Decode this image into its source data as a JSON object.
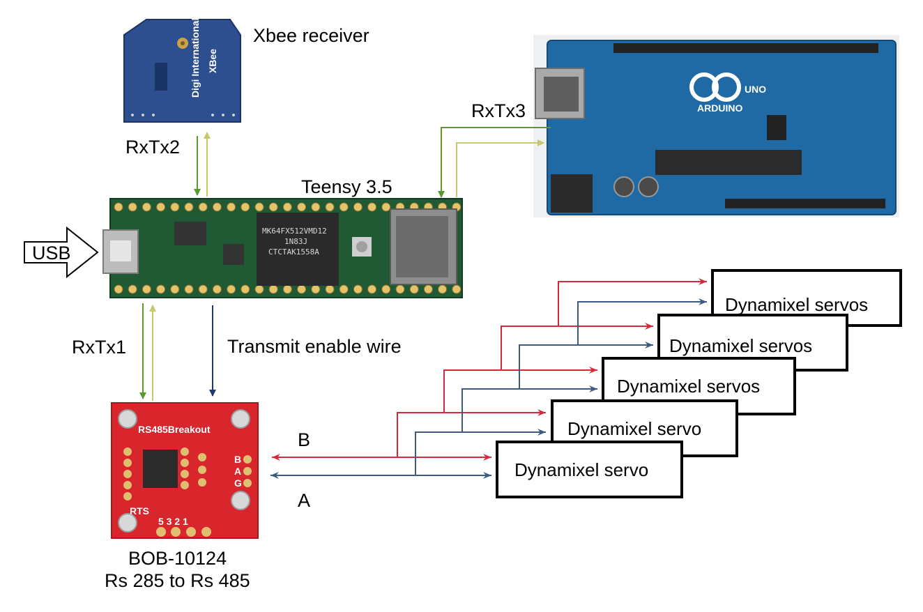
{
  "labels": {
    "xbee": "Xbee receiver",
    "rxtx2": "RxTx2",
    "rxtx3": "RxTx3",
    "teensy": "Teensy 3.5",
    "usb": "USB",
    "rxtx1": "RxTx1",
    "transmit_enable": "Transmit enable wire",
    "bob_line1": "BOB-10124",
    "bob_line2": "Rs 285 to Rs 485",
    "bus_b": "B",
    "bus_a": "A"
  },
  "servos": [
    "Dynamixel servos",
    "Dynamixel servos",
    "Dynamixel servos",
    "Dynamixel servo",
    "Dynamixel servo"
  ],
  "board_markings": {
    "xbee_logo": "XBee",
    "xbee_brand": "Digi International",
    "arduino_uno": "UNO",
    "arduino_brand": "ARDUINO",
    "teensy_chip_line1": "MK64FX512VMD12",
    "teensy_chip_line2": "1N83J",
    "teensy_chip_line3": "CTCTAK1558A",
    "rs485_title": "RS485Breakout",
    "rs485_rts": "RTS",
    "rs485_pins": "5 3 2 1",
    "rs485_b": "B",
    "rs485_a": "A",
    "rs485_g": "G"
  },
  "colors": {
    "green_wire": "#5a9a2a",
    "yellow_wire": "#c8c86a",
    "navy_wire": "#1f3a66",
    "red_bus": "#d42a3c",
    "blue_bus": "#3d5a80",
    "teensy_pcb": "#1f5a35",
    "arduino_pcb": "#1f6aa5",
    "xbee_pcb": "#2d4f8f",
    "rs485_pcb": "#d8262c"
  }
}
